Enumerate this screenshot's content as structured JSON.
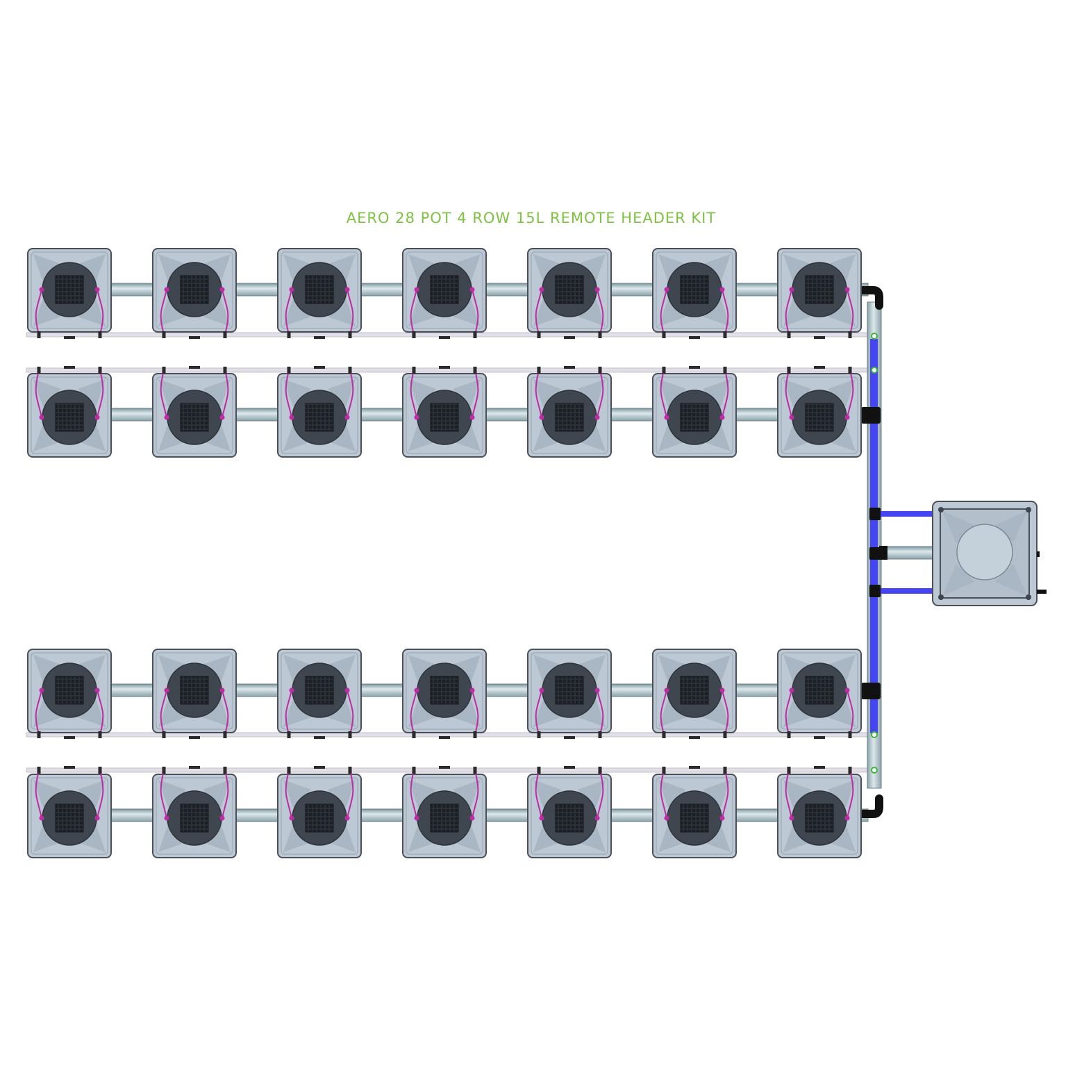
{
  "title": "AERO 28 POT 4 ROW 15L REMOTE HEADER KIT",
  "layout": {
    "rows": 4,
    "pots_per_row": 7,
    "header_tanks": 1
  },
  "colors": {
    "title": "#7dc242",
    "pot_body": "#bcc8d3",
    "pot_facet": "#a9b6c3",
    "pot_outline": "#4b5058",
    "lid": "#3f464f",
    "mesh": "#272b31",
    "tube": "#9fb5bc",
    "tube_shine": "#dde9ec",
    "spray_line": "#c02aa6",
    "drip_line": "#e2dfe8",
    "feed_pipe": "#4545f2",
    "elbow": "#111111",
    "manifold": "#c2d4d9"
  }
}
